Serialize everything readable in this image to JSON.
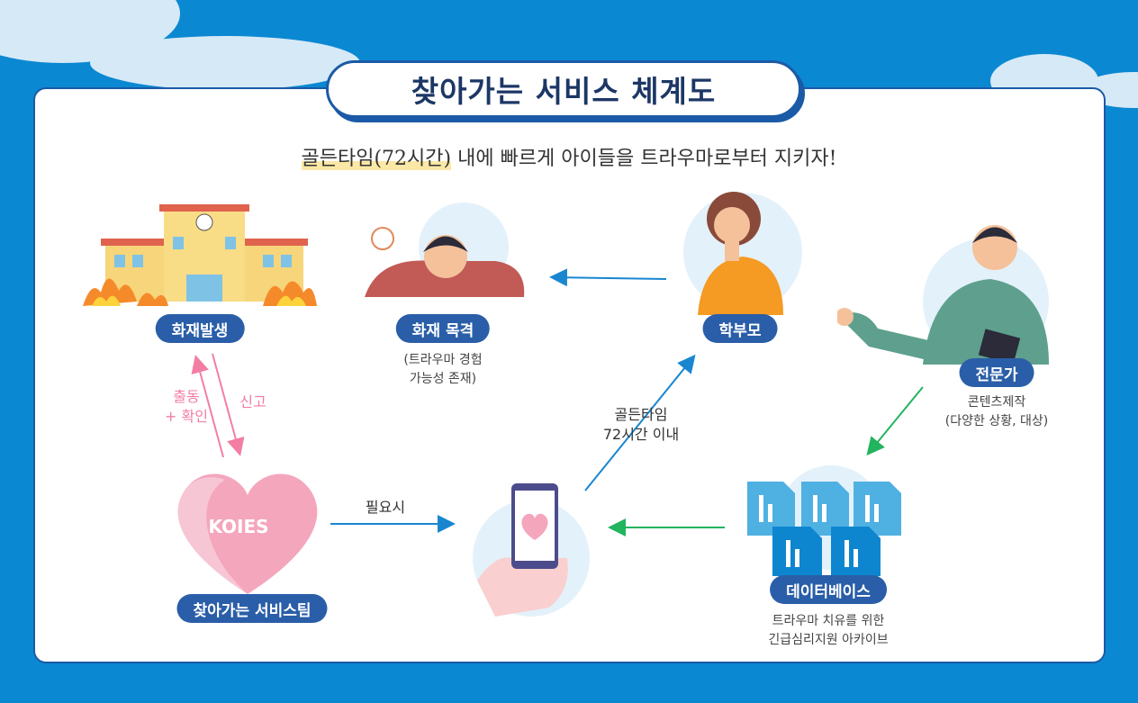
{
  "title": "찾아가는 서비스 체계도",
  "subtitle": {
    "highlight": "골든타임(72시간)",
    "rest": " 내에 빠르게 아이들을 트라우마로부터 지키자!"
  },
  "nodes": {
    "fire": {
      "label": "화재발생"
    },
    "witness": {
      "label": "화재 목격",
      "caption_line1": "(트라우마 경험",
      "caption_line2": "가능성 존재)"
    },
    "parent": {
      "label": "학부모"
    },
    "expert": {
      "label": "전문가",
      "caption_line1": "콘텐츠제작",
      "caption_line2": "(다양한 상황, 대상)"
    },
    "database": {
      "label": "데이터베이스",
      "caption_line1": "트라우마 치유를 위한",
      "caption_line2": "긴급심리지원 아카이브"
    },
    "team": {
      "label": "찾아가는 서비스팀",
      "logo": "KOIES"
    }
  },
  "arrows": {
    "dispatch_line1": "출동",
    "dispatch_line2": "+ 확인",
    "report": "신고",
    "if_needed": "필요시",
    "golden_line1": "골든타임",
    "golden_line2": "72시간 이내"
  },
  "colors": {
    "background": "#0b88d2",
    "pill": "#2a5ea8",
    "blue_arrow": "#1a86d0",
    "green_arrow": "#22b45e",
    "pink_arrow": "#f27ea4"
  }
}
